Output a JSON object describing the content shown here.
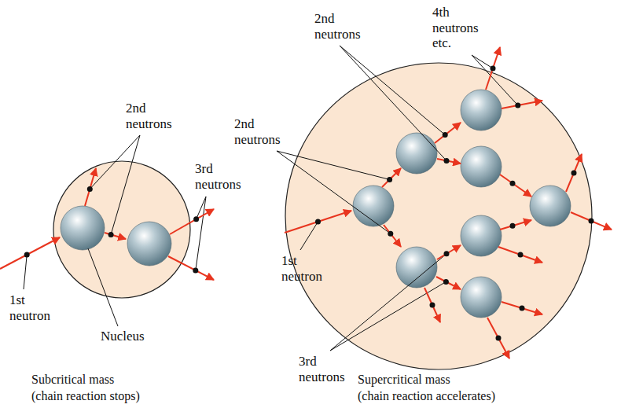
{
  "diagram": {
    "labels": [
      "2nd neutrons",
      "3rd neutrons",
      "1st neutron",
      "Nucleus",
      "Subcritical mass",
      "(chain reaction stops)",
      "2nd neutrons",
      "4th neutrons etc.",
      "2nd neutrons",
      "1st neutron",
      "3rd neutrons",
      "Supercritical mass",
      "(chain reaction accelerates)"
    ]
  }
}
